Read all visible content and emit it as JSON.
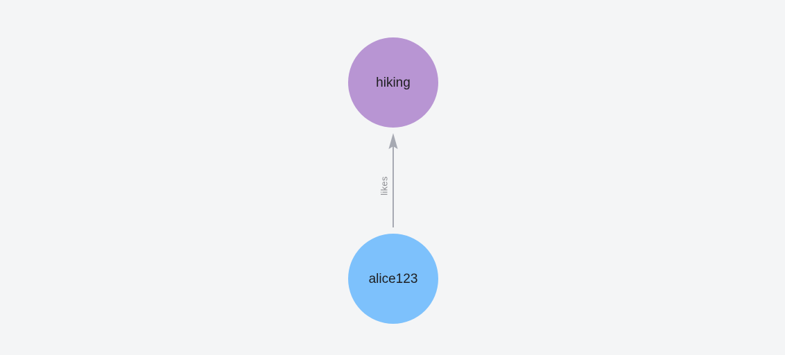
{
  "canvas": {
    "background_color": "#f4f5f6"
  },
  "graph": {
    "nodes": [
      {
        "label": "hiking",
        "fill_color": "#b895d3",
        "text_color": "#1e1e20"
      },
      {
        "label": "alice123",
        "fill_color": "#7dc1fc",
        "text_color": "#1e1e20"
      }
    ],
    "edges": [
      {
        "label": "likes",
        "source": "alice123",
        "target": "hiking",
        "stroke_color": "#a6a9b2",
        "label_color": "#8c8d92"
      }
    ]
  }
}
